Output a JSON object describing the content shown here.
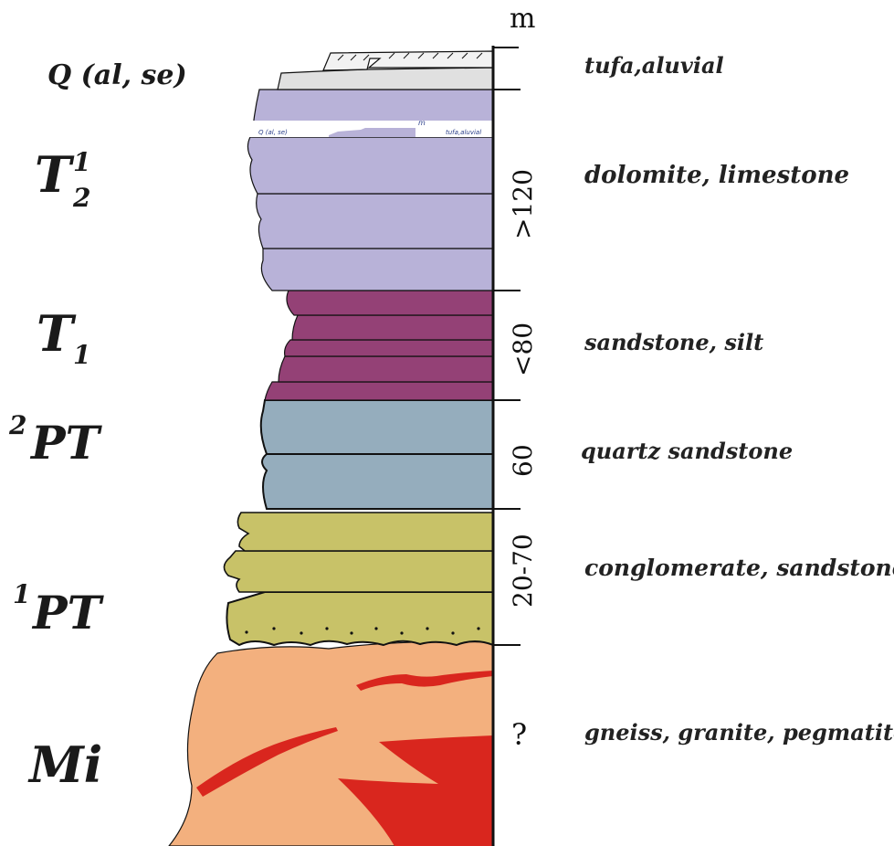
{
  "column": {
    "unit_label": "m",
    "ages": {
      "quaternary": "Q (al, se)",
      "t2_main": "T",
      "t2_sup": "1",
      "t2_sub": "2",
      "t1_main": "T",
      "t1_sub": "1",
      "pt2_main": "PT",
      "pt2_pre": "2",
      "pt1_main": "PT",
      "pt1_pre": "1",
      "mi": "Mi"
    },
    "lithologies": {
      "quaternary": "tufa,aluvial",
      "t2": "dolomite, limestone",
      "t1": "sandstone, silt",
      "pt2": "quartz sandstone",
      "pt1": "conglomerate, sandstone",
      "mi": "gneiss, granite, pegmatite"
    },
    "thicknesses": {
      "t2": ">120",
      "t1": "<80",
      "pt2": "60",
      "pt1": "20-70",
      "mi": "?"
    },
    "inset_strip": {
      "age": "Q (al, se)",
      "lithology": "tufa,aluvial",
      "unit": "m"
    }
  },
  "colors": {
    "quaternary": "#e0e0e0",
    "tufa": "#f2f2f2",
    "t2": "#b8b2d8",
    "t1": "#944176",
    "pt2": "#95adbd",
    "pt1": "#c8c268",
    "mi": "#f3b07e",
    "mi_vein": "#d9261e",
    "outline": "#111111"
  },
  "icons": {
    "tufa": "tufa-hatch-icon",
    "basal_conglomerate": "pebble-dots-icon"
  }
}
